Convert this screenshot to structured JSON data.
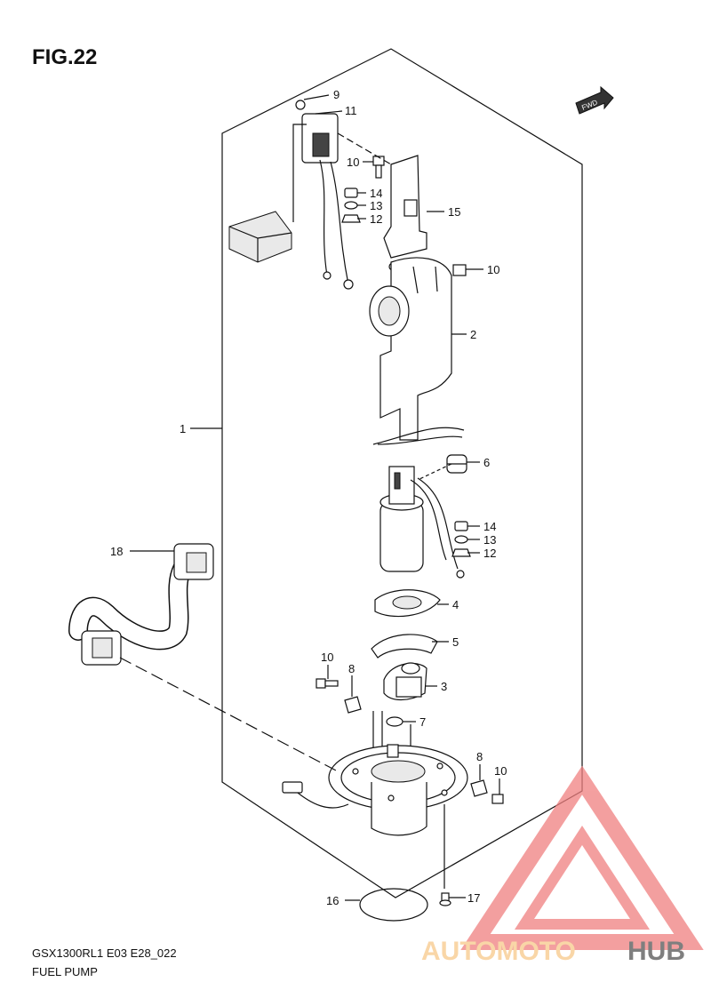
{
  "figure": {
    "title": "FIG.22",
    "model_code": "GSX1300RL1 E03 E28_022",
    "section_name": "FUEL PUMP",
    "fwd_tag": "FWD"
  },
  "callouts": [
    {
      "id": "c9",
      "text": "9"
    },
    {
      "id": "c11",
      "text": "11"
    },
    {
      "id": "c10a",
      "text": "10"
    },
    {
      "id": "c14a",
      "text": "14"
    },
    {
      "id": "c13a",
      "text": "13"
    },
    {
      "id": "c12a",
      "text": "12"
    },
    {
      "id": "c15",
      "text": "15"
    },
    {
      "id": "c10b",
      "text": "10"
    },
    {
      "id": "c2",
      "text": "2"
    },
    {
      "id": "c1",
      "text": "1"
    },
    {
      "id": "c6",
      "text": "6"
    },
    {
      "id": "c14b",
      "text": "14"
    },
    {
      "id": "c13b",
      "text": "13"
    },
    {
      "id": "c12b",
      "text": "12"
    },
    {
      "id": "c18",
      "text": "18"
    },
    {
      "id": "c4",
      "text": "4"
    },
    {
      "id": "c5",
      "text": "5"
    },
    {
      "id": "c10c",
      "text": "10"
    },
    {
      "id": "c8a",
      "text": "8"
    },
    {
      "id": "c3",
      "text": "3"
    },
    {
      "id": "c7",
      "text": "7"
    },
    {
      "id": "c8b",
      "text": "8"
    },
    {
      "id": "c10d",
      "text": "10"
    },
    {
      "id": "c16",
      "text": "16"
    },
    {
      "id": "c17",
      "text": "17"
    }
  ],
  "watermark": {
    "text_part1": "AUTOMOTO",
    "text_part2": "HUB",
    "color_primary": "#f08080",
    "color_secondary": "#f7c98a",
    "color_dark": "#555555"
  }
}
